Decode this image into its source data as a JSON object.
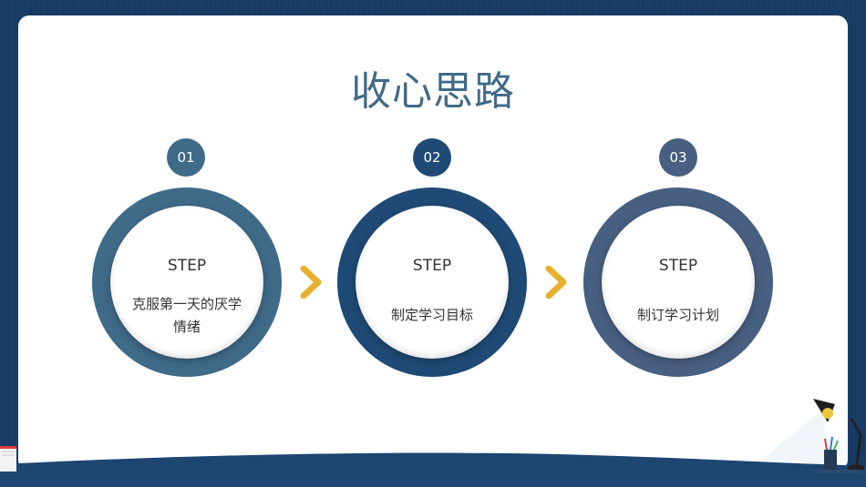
{
  "slide": {
    "title": "收心思路",
    "steps": [
      {
        "number": "01",
        "label": "STEP",
        "text": "克服第一天的厌学情绪",
        "color": "#3f6a88"
      },
      {
        "number": "02",
        "label": "STEP",
        "text": "制定学习目标",
        "color": "#1f4a75"
      },
      {
        "number": "03",
        "label": "STEP",
        "text": "制订学习计划",
        "color": "#475f80"
      }
    ],
    "arrow_color": "#e7b030"
  }
}
